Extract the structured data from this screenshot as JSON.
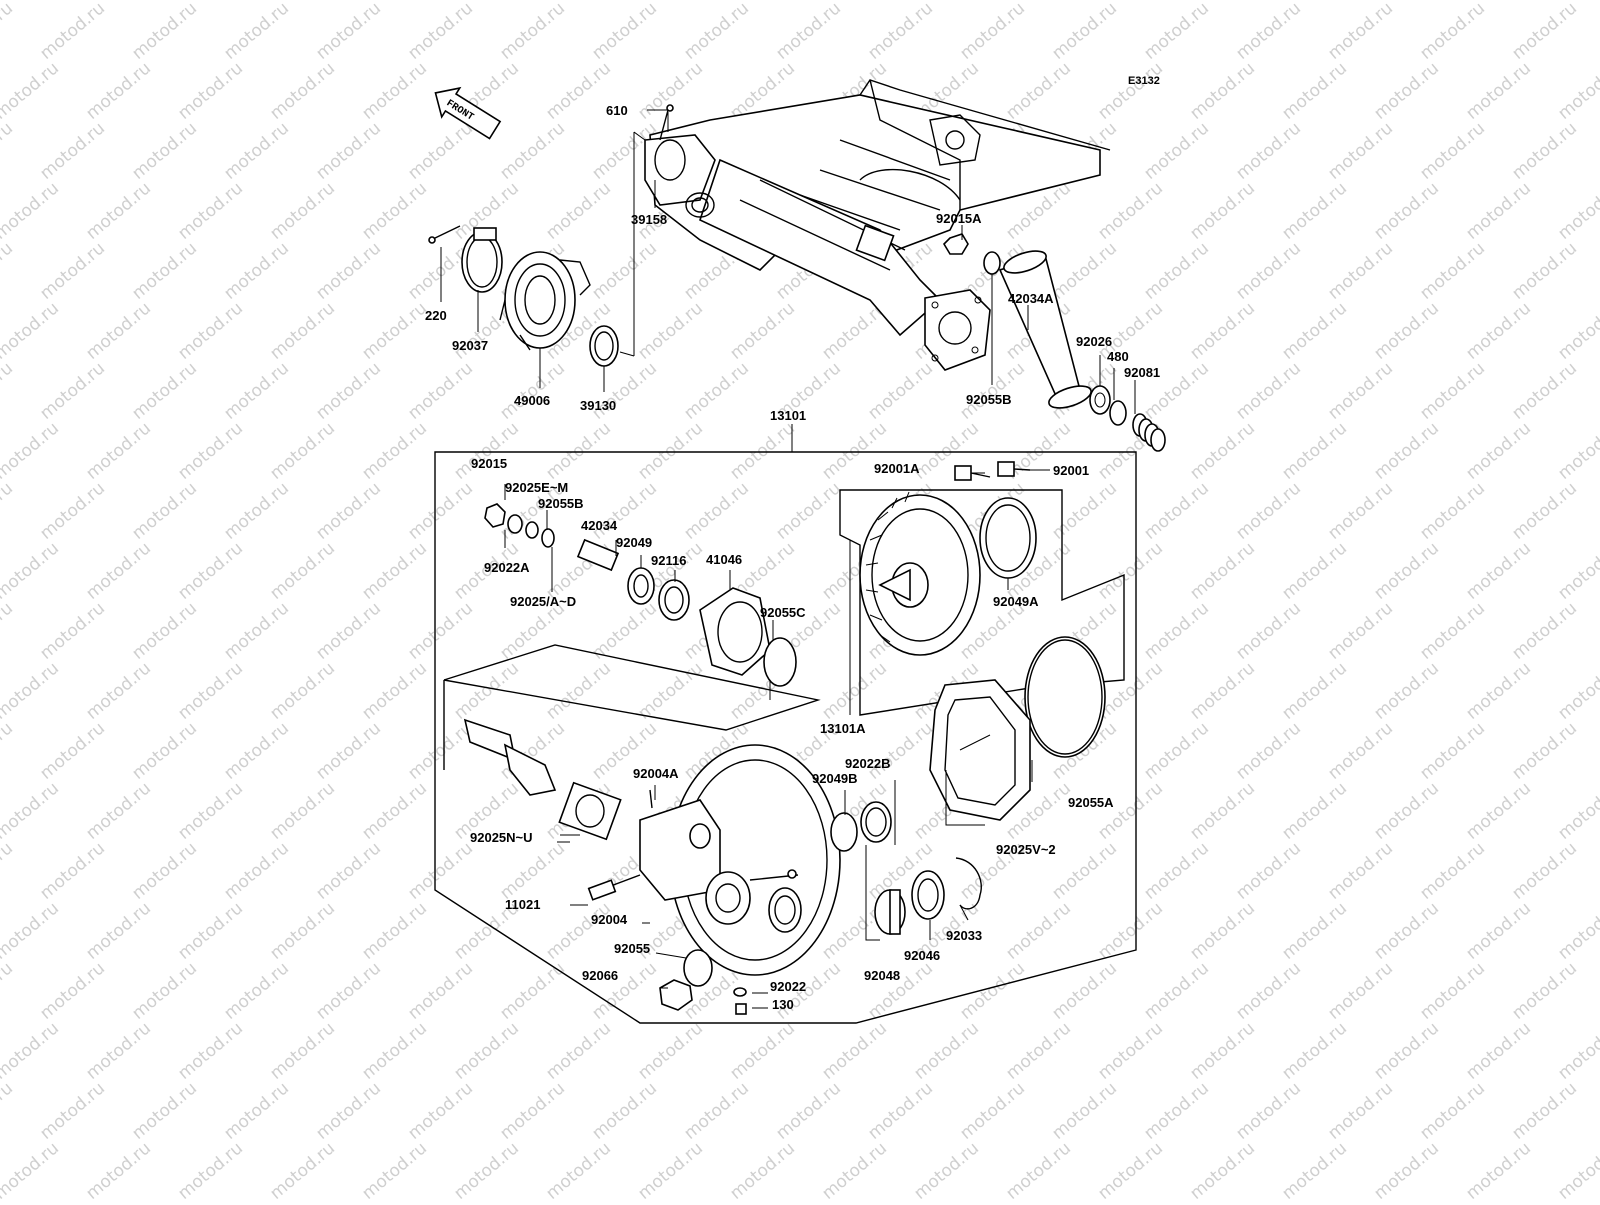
{
  "diagram": {
    "code": "E3132",
    "front_arrow_text": "FRONT",
    "watermark_text": "motod.ru",
    "labels": {
      "p610": "610",
      "p39158": "39158",
      "p92015A": "92015A",
      "p220": "220",
      "p92037": "92037",
      "p49006": "49006",
      "p39130": "39130",
      "p42034A": "42034A",
      "p92026": "92026",
      "p480": "480",
      "p92081": "92081",
      "p92055B_top": "92055B",
      "p13101": "13101",
      "p92015": "92015",
      "p92025EM": "92025E~M",
      "p92055B": "92055B",
      "p42034": "42034",
      "p92049": "92049",
      "p92116": "92116",
      "p41046": "41046",
      "p92022A": "92022A",
      "p92025AD": "92025/A~D",
      "p92055C": "92055C",
      "p92001A": "92001A",
      "p92001": "92001",
      "p92049A": "92049A",
      "p13101A": "13101A",
      "p92004A": "92004A",
      "p92022B": "92022B",
      "p92049B": "92049B",
      "p92025NU": "92025N~U",
      "p92055A": "92055A",
      "p92025V2": "92025V~2",
      "p11021": "11021",
      "p92004": "92004",
      "p92033": "92033",
      "p92046": "92046",
      "p92055": "92055",
      "p92066": "92066",
      "p92022": "92022",
      "p130": "130",
      "p92048": "92048"
    }
  }
}
